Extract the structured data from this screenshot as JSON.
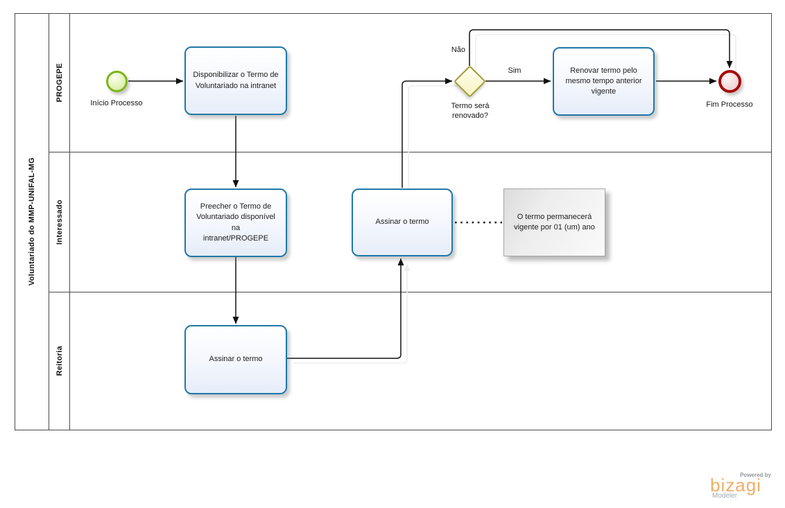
{
  "diagram": {
    "pool": {
      "name": "Voluntariado do MMP-UNIFAL-MG"
    },
    "lanes": [
      {
        "name": "PROGEPE"
      },
      {
        "name": "Interessado"
      },
      {
        "name": "Reitoria"
      }
    ],
    "nodes": {
      "start_event": {
        "type": "start-event",
        "label": "Início Processo"
      },
      "task_disponibilizar": {
        "type": "task",
        "label": "Disponibilizar o Termo de\nVoluntariado na intranet"
      },
      "task_preencher": {
        "type": "task",
        "label": "Preecher o Termo de\nVoluntariado disponível na\nintranet/PROGEPE"
      },
      "task_assinar_reitoria": {
        "type": "task",
        "label": "Assinar o termo"
      },
      "task_assinar_interessado": {
        "type": "task",
        "label": "Assinar o termo"
      },
      "gateway_renovado": {
        "type": "exclusive-gateway",
        "label": "Termo será\nrenovado?"
      },
      "task_renovar": {
        "type": "task",
        "label": "Renovar termo pelo\nmesmo tempo anterior\nvigente"
      },
      "end_event": {
        "type": "end-event",
        "label": "Fim Processo"
      },
      "annotation": {
        "type": "text-annotation",
        "label": "O termo permanecerá\nvigente por 01 (um) ano"
      }
    },
    "edge_labels": {
      "nao": "Não",
      "sim": "Sim"
    }
  },
  "branding": {
    "powered_by": "Powered by",
    "logo_text": "bizagi",
    "product": "Modeler"
  },
  "colors": {
    "task_border": "#1f78a8",
    "task_fill_bottom": "#e6edf9",
    "start_event_border": "#7db41c",
    "start_event_fill": "#d0e79b",
    "end_event_border": "#a40c0c",
    "end_event_fill": "#eac8c8",
    "gateway_border": "#a39b35",
    "gateway_fill": "#f8f3c2",
    "flow_line": "#111111",
    "lane_border": "#4a4a4a",
    "annotation_fill": "#e6e6e6",
    "logo_orange": "#f2ad66",
    "logo_gray": "#8e979d"
  }
}
